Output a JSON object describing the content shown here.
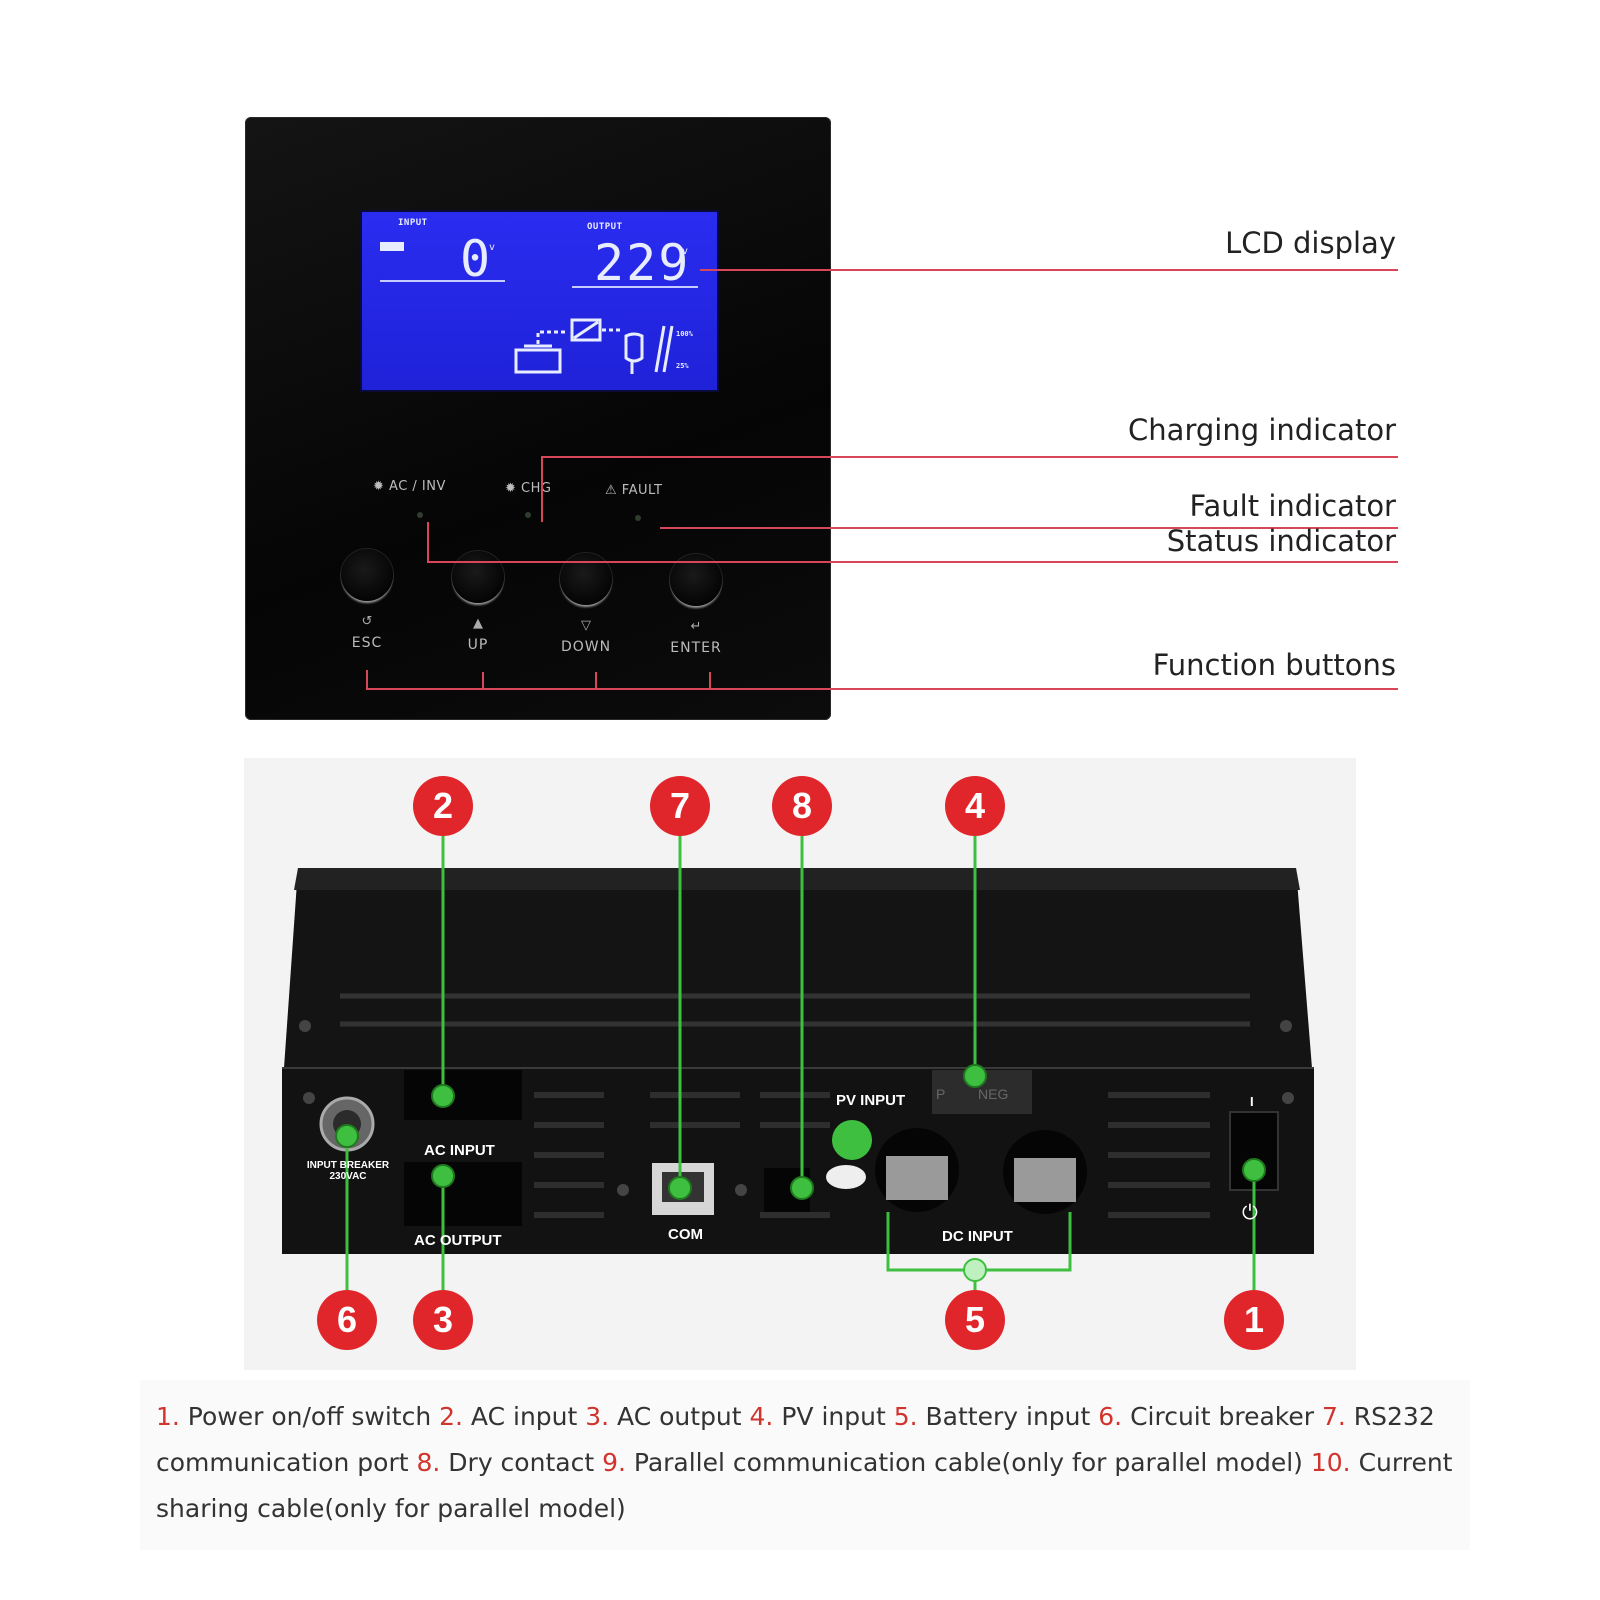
{
  "lcd": {
    "input_label": "INPUT",
    "input_value": "0",
    "input_unit": "v",
    "output_label": "OUTPUT",
    "output_value": "229",
    "output_unit": "v",
    "load_high": "100%",
    "load_low": "25%"
  },
  "indicators": {
    "ac_inv": "AC / INV",
    "chg": "CHG",
    "fault": "FAULT"
  },
  "buttons": [
    "ESC",
    "UP",
    "DOWN",
    "ENTER"
  ],
  "callouts": {
    "lcd_display": "LCD display",
    "charging_indicator": "Charging indicator",
    "fault_indicator": "Fault indicator",
    "status_indicator": "Status indicator",
    "function_buttons": "Function buttons"
  },
  "rear_labels": {
    "pv_input": "PV INPUT",
    "ac_input": "AC INPUT",
    "ac_output": "AC OUTPUT",
    "com": "COM",
    "dc_input": "DC INPUT",
    "input_breaker": "INPUT BREAKER",
    "breaker_rating": "230VAC",
    "neg": "NEG",
    "pos": "P",
    "switch_on": "I"
  },
  "markers": [
    "2",
    "7",
    "8",
    "4",
    "6",
    "3",
    "5",
    "1"
  ],
  "legend": [
    {
      "num": "1.",
      "text": " Power on/off switch "
    },
    {
      "num": "2.",
      "text": " AC input "
    },
    {
      "num": "3.",
      "text": " AC output "
    },
    {
      "num": "4.",
      "text": " PV input "
    },
    {
      "num": "5.",
      "text": " Battery input "
    },
    {
      "num": "6.",
      "text": " Circuit breaker "
    },
    {
      "num": "7.",
      "text": " RS232 communication port "
    },
    {
      "num": "8.",
      "text": " Dry contact "
    },
    {
      "num": "9.",
      "text": " Parallel communication cable(only for parallel model) "
    },
    {
      "num": "10.",
      "text": " Current sharing cable(only for parallel model)"
    }
  ],
  "colors": {
    "callout_line": "#d9465a",
    "marker_green": "#3fbf3f",
    "marker_red": "#e0262b",
    "lcd_blue": "#2326e0",
    "legend_number": "#d0342c"
  }
}
